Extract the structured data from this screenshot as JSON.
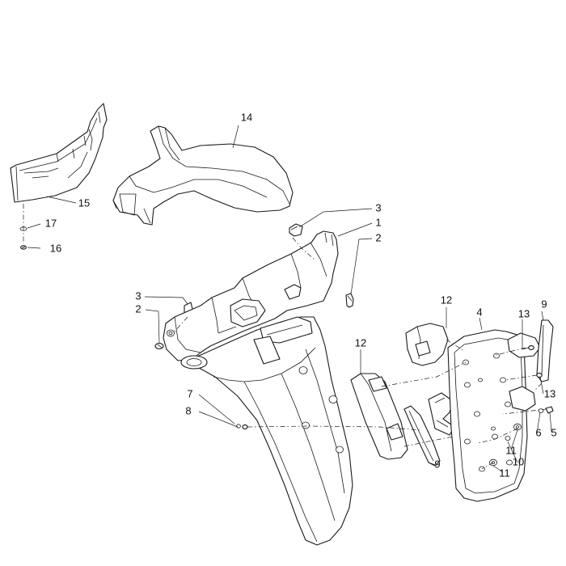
{
  "diagram": {
    "type": "exploded-parts-view",
    "callouts": [
      {
        "id": "c14",
        "label": "14"
      },
      {
        "id": "c15",
        "label": "15"
      },
      {
        "id": "c17",
        "label": "17"
      },
      {
        "id": "c16",
        "label": "16"
      },
      {
        "id": "c3a",
        "label": "3"
      },
      {
        "id": "c1",
        "label": "1"
      },
      {
        "id": "c2a",
        "label": "2"
      },
      {
        "id": "c3b",
        "label": "3"
      },
      {
        "id": "c2b",
        "label": "2"
      },
      {
        "id": "c12a",
        "label": "12"
      },
      {
        "id": "c4",
        "label": "4"
      },
      {
        "id": "c13a",
        "label": "13"
      },
      {
        "id": "c9a",
        "label": "9"
      },
      {
        "id": "c12b",
        "label": "12"
      },
      {
        "id": "c7",
        "label": "7"
      },
      {
        "id": "c8",
        "label": "8"
      },
      {
        "id": "c13b",
        "label": "13"
      },
      {
        "id": "c5",
        "label": "5"
      },
      {
        "id": "c6",
        "label": "6"
      },
      {
        "id": "c11a",
        "label": "11"
      },
      {
        "id": "c10",
        "label": "10"
      },
      {
        "id": "c9b",
        "label": "9"
      },
      {
        "id": "c11b",
        "label": "11"
      }
    ]
  }
}
